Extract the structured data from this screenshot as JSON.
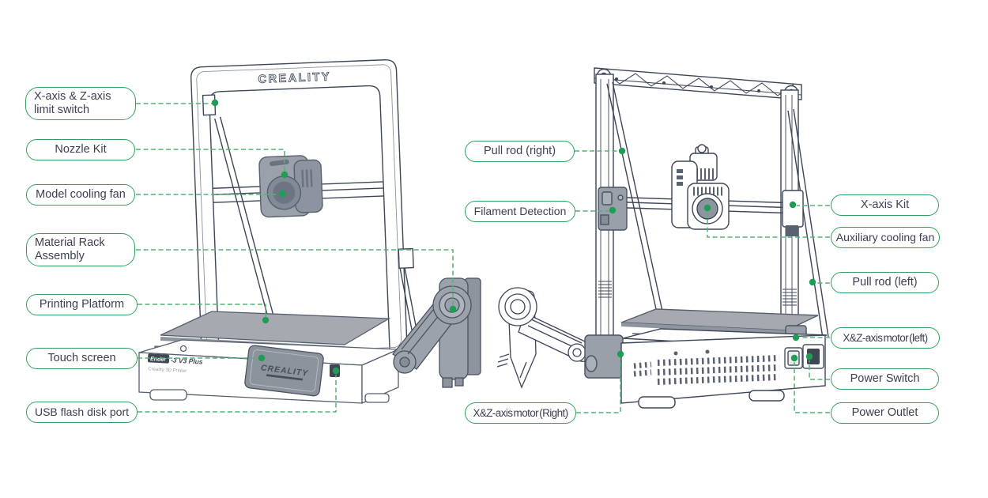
{
  "diagram": {
    "left_printer": {
      "frame_logo": "CREALITY",
      "screen_logo": "CREALITY",
      "model_badge": "Ender",
      "model_suffix": "-3 V3 Plus",
      "model_subtitle": "Creality 3D Printer"
    },
    "labels": [
      {
        "text": "X-axis & Z-axis\nlimit switch"
      },
      {
        "text": "Nozzle Kit"
      },
      {
        "text": "Model cooling fan"
      },
      {
        "text": "Material Rack\nAssembly"
      },
      {
        "text": "Printing Platform"
      },
      {
        "text": "Touch screen"
      },
      {
        "text": "USB flash disk port"
      },
      {
        "text": "Pull rod (right)"
      },
      {
        "text": "Filament Detection"
      },
      {
        "text": "X&Z-axis motor (Right)"
      },
      {
        "text": "X-axis Kit"
      },
      {
        "text": "Auxiliary cooling fan"
      },
      {
        "text": "Pull rod (left)"
      },
      {
        "text": "X&Z-axis motor (left)"
      },
      {
        "text": "Power Switch"
      },
      {
        "text": "Power Outlet"
      }
    ],
    "colors": {
      "label_border": "#2ea25b",
      "label_text": "#3a4050",
      "connector_green": "#53b377",
      "dot_green": "#1d9e54",
      "line_art": "#3d4557",
      "part_gray": "#9aa1ab",
      "platform_gray": "#a6aab0"
    }
  }
}
